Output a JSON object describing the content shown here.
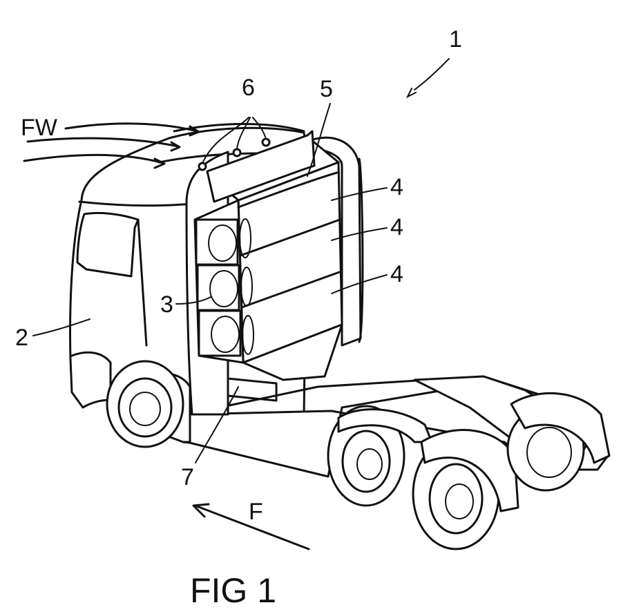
{
  "figure": {
    "caption": "FIG 1",
    "references": {
      "vehicle": "1",
      "cab": "2",
      "frame": "3",
      "tank": "4",
      "cover": "5",
      "connector": "6",
      "base": "7",
      "wind": "FW",
      "direction": "F"
    }
  }
}
